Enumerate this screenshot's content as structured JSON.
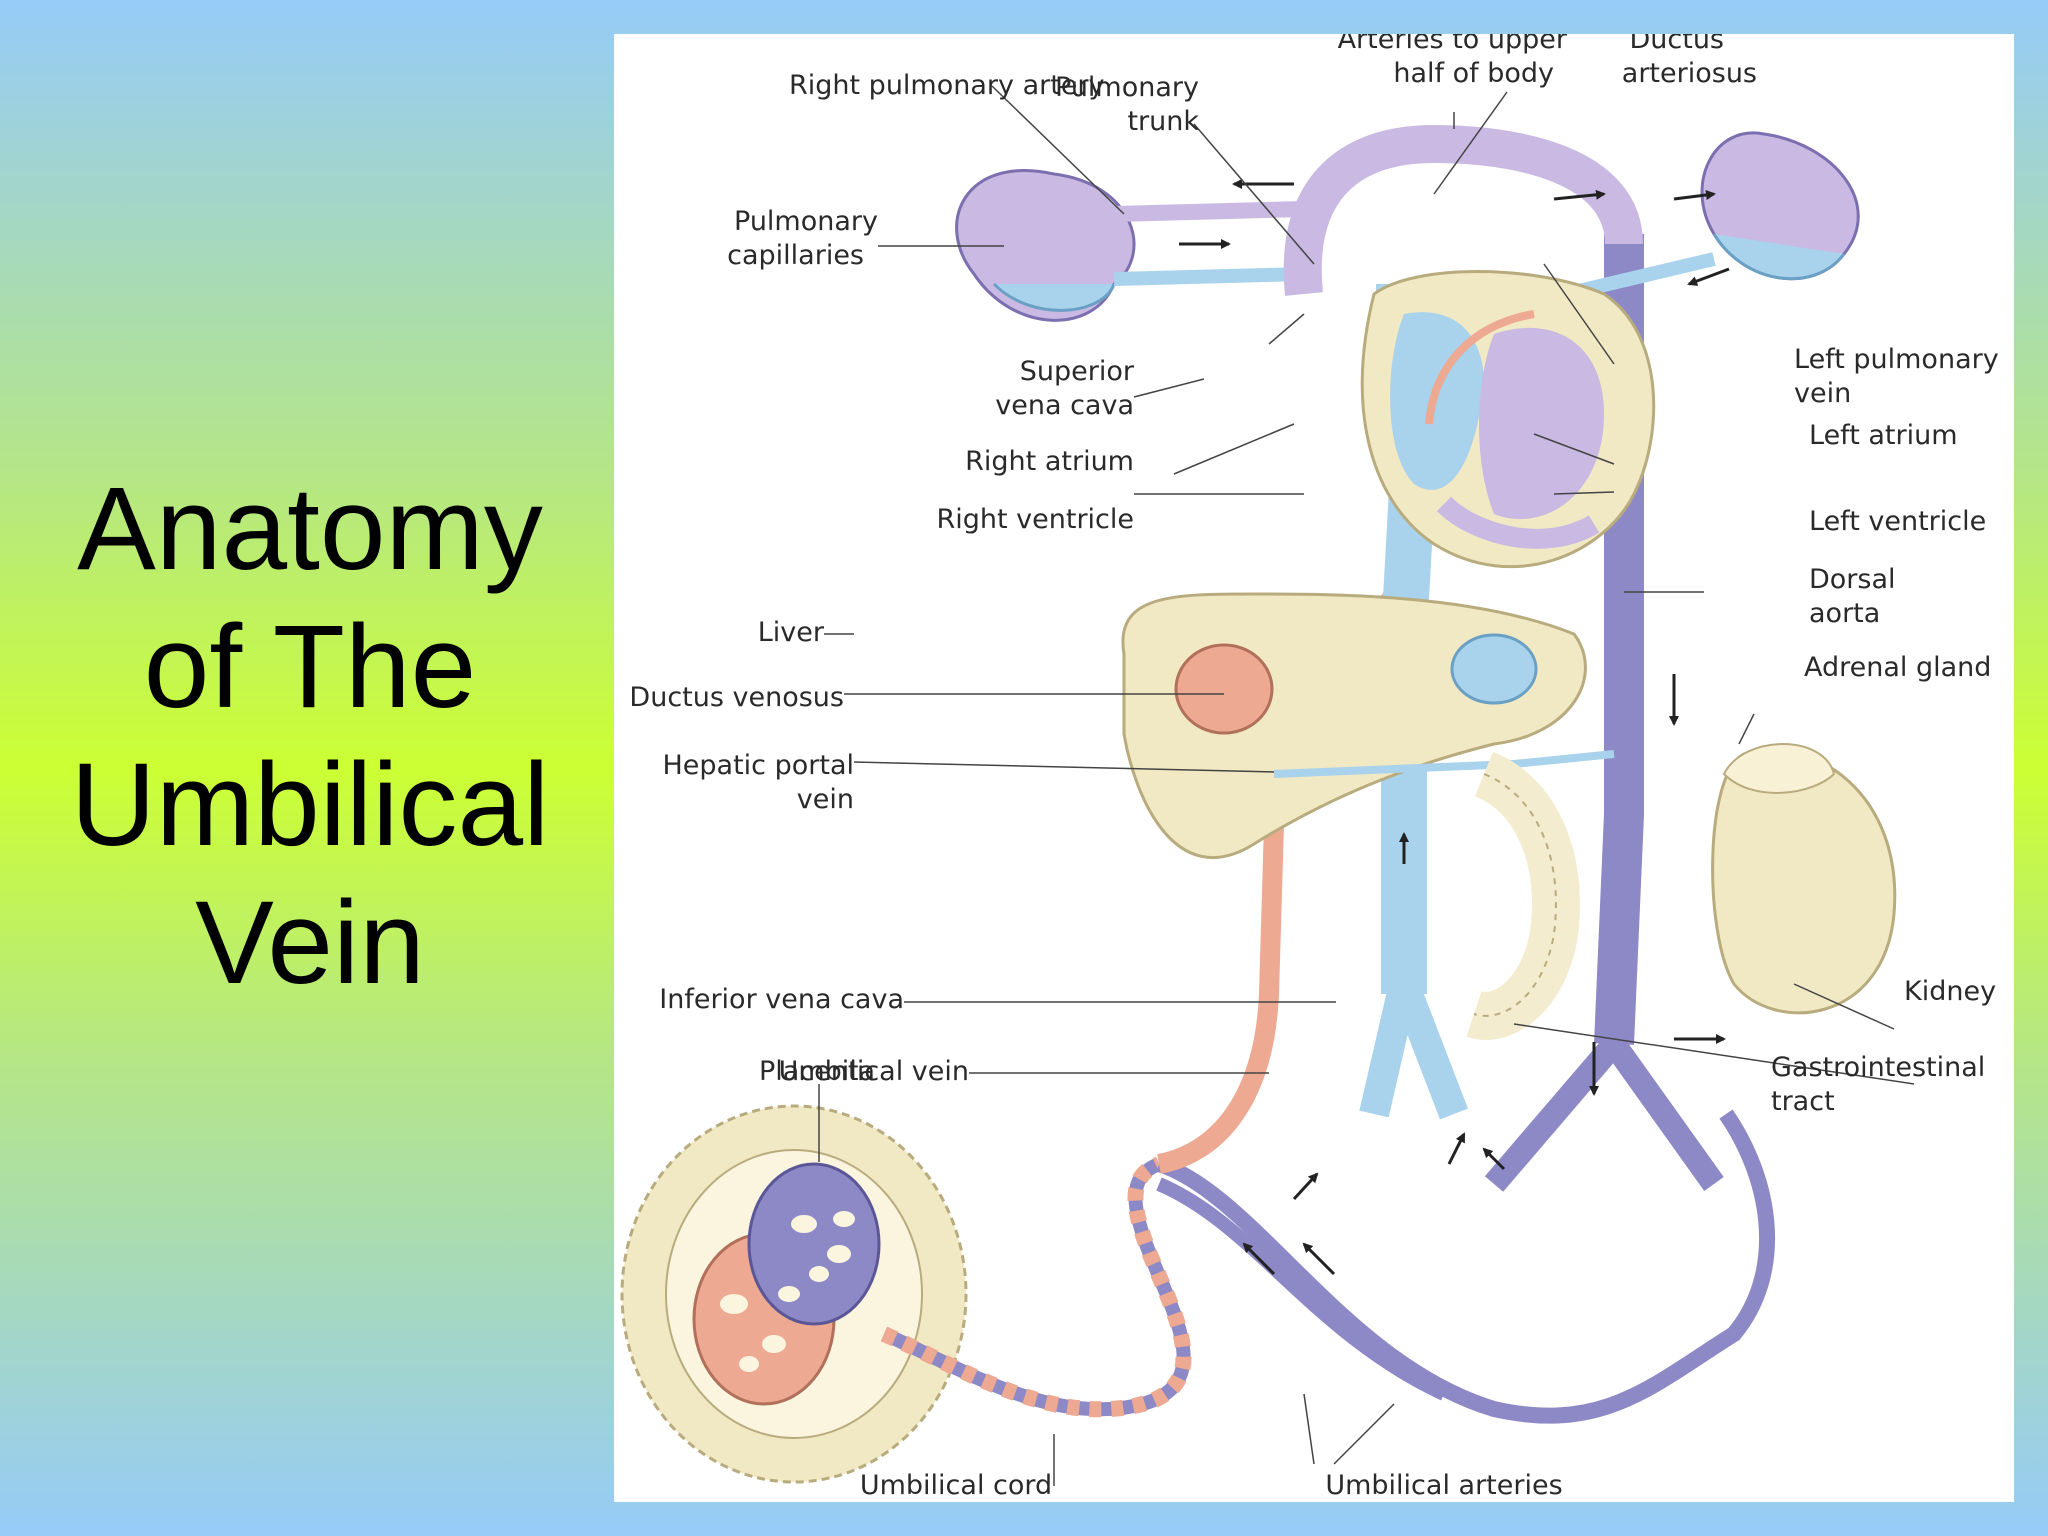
{
  "slide": {
    "title_lines": [
      "Anatomy",
      "of The",
      "Umbilical",
      "Vein"
    ]
  },
  "colors": {
    "vein_blue": "#a9d3ec",
    "aorta_purple": "#8d89c6",
    "umbilical_vein_pink": "#eda991",
    "organ_cream": "#f1e8c4",
    "lung_lavender": "#c9b9e3"
  },
  "diagram": {
    "labels": {
      "right_pulmonary_artery": "Right pulmonary artery",
      "pulmonary_trunk": [
        "Pulmonary",
        "trunk"
      ],
      "arteries_upper_body": [
        "Arteries to upper",
        "half of body"
      ],
      "ductus_arteriosus": [
        "Ductus",
        "arteriosus"
      ],
      "pulmonary_capillaries": [
        "Pulmonary",
        "capillaries"
      ],
      "left_pulmonary_vein": [
        "Left pulmonary",
        "vein"
      ],
      "superior_vena_cava": [
        "Superior",
        "vena cava"
      ],
      "left_atrium": "Left atrium",
      "right_atrium": "Right atrium",
      "right_ventricle": "Right ventricle",
      "left_ventricle": "Left ventricle",
      "dorsal_aorta": [
        "Dorsal",
        "aorta"
      ],
      "liver": "Liver",
      "adrenal_gland": "Adrenal gland",
      "ductus_venosus": "Ductus venosus",
      "hepatic_portal_vein": [
        "Hepatic portal",
        "vein"
      ],
      "kidney": "Kidney",
      "inferior_vena_cava": "Inferior vena cava",
      "gastrointestinal_tract": [
        "Gastrointestinal",
        "tract"
      ],
      "placenta": "Placenta",
      "umbilical_vein": "Umbilical vein",
      "umbilical_cord": "Umbilical cord",
      "umbilical_arteries": "Umbilical arteries"
    }
  }
}
